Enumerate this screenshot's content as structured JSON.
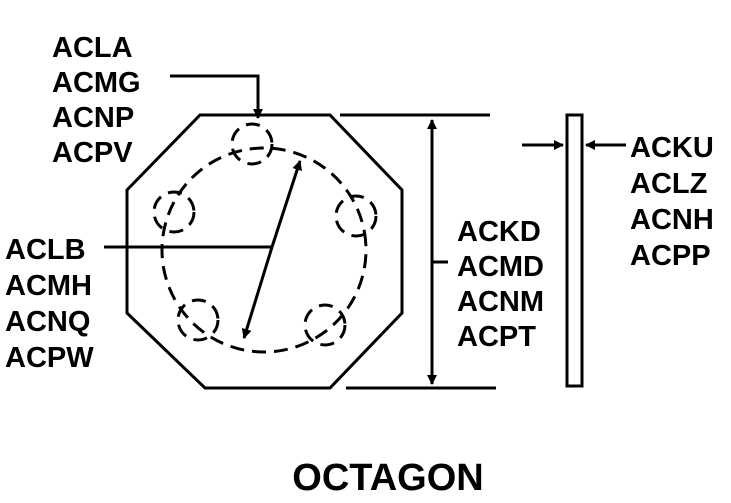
{
  "title": "OCTAGON",
  "groups": {
    "top_left": [
      "ACLA",
      "ACMG",
      "ACNP",
      "ACPV"
    ],
    "left": [
      "ACLB",
      "ACMH",
      "ACNQ",
      "ACPW"
    ],
    "height": [
      "ACKD",
      "ACMD",
      "ACNM",
      "ACPT"
    ],
    "thickness": [
      "ACKU",
      "ACLZ",
      "ACNH",
      "ACPP"
    ]
  },
  "colors": {
    "line": "#000000",
    "background": "#ffffff"
  }
}
